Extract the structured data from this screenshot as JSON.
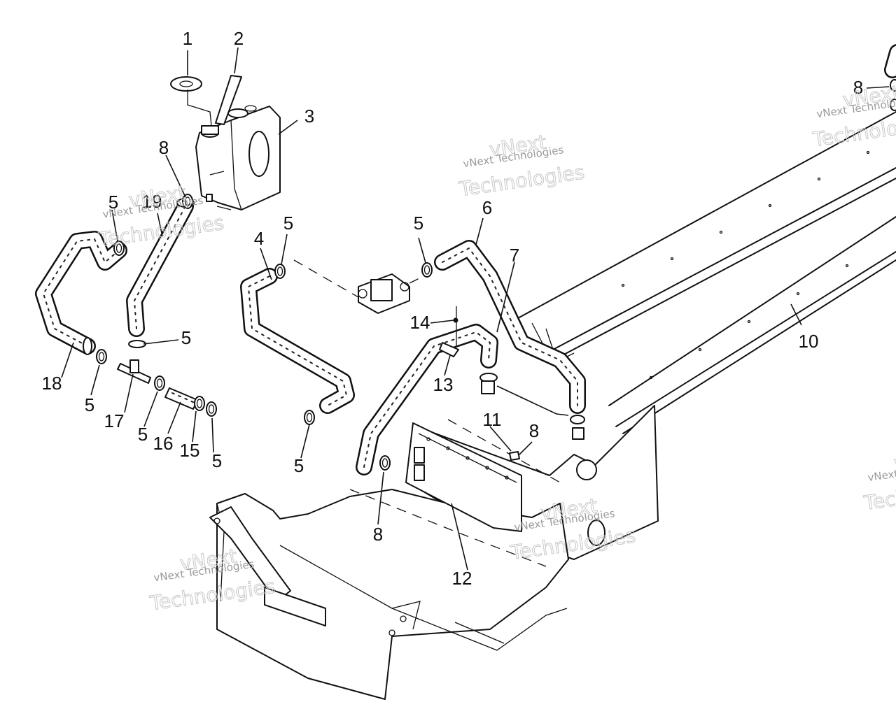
{
  "diagram": {
    "callouts": [
      {
        "id": "c1",
        "label": "1"
      },
      {
        "id": "c2",
        "label": "2"
      },
      {
        "id": "c3",
        "label": "3"
      },
      {
        "id": "c4",
        "label": "4"
      },
      {
        "id": "c5a",
        "label": "5"
      },
      {
        "id": "c5b",
        "label": "5"
      },
      {
        "id": "c5c",
        "label": "5"
      },
      {
        "id": "c5d",
        "label": "5"
      },
      {
        "id": "c5e",
        "label": "5"
      },
      {
        "id": "c5f",
        "label": "5"
      },
      {
        "id": "c5g",
        "label": "5"
      },
      {
        "id": "c5h",
        "label": "5"
      },
      {
        "id": "c6",
        "label": "6"
      },
      {
        "id": "c7",
        "label": "7"
      },
      {
        "id": "c8a",
        "label": "8"
      },
      {
        "id": "c8b",
        "label": "8"
      },
      {
        "id": "c8c",
        "label": "8"
      },
      {
        "id": "c8d",
        "label": "8"
      },
      {
        "id": "c10",
        "label": "10"
      },
      {
        "id": "c11",
        "label": "11"
      },
      {
        "id": "c12",
        "label": "12"
      },
      {
        "id": "c13",
        "label": "13"
      },
      {
        "id": "c14",
        "label": "14"
      },
      {
        "id": "c15",
        "label": "15"
      },
      {
        "id": "c16",
        "label": "16"
      },
      {
        "id": "c17",
        "label": "17"
      },
      {
        "id": "c18",
        "label": "18"
      },
      {
        "id": "c19",
        "label": "19"
      }
    ],
    "watermark": {
      "line1": "vNext Technologies",
      "line2a": "vNext",
      "line2b": "Technologies"
    }
  }
}
